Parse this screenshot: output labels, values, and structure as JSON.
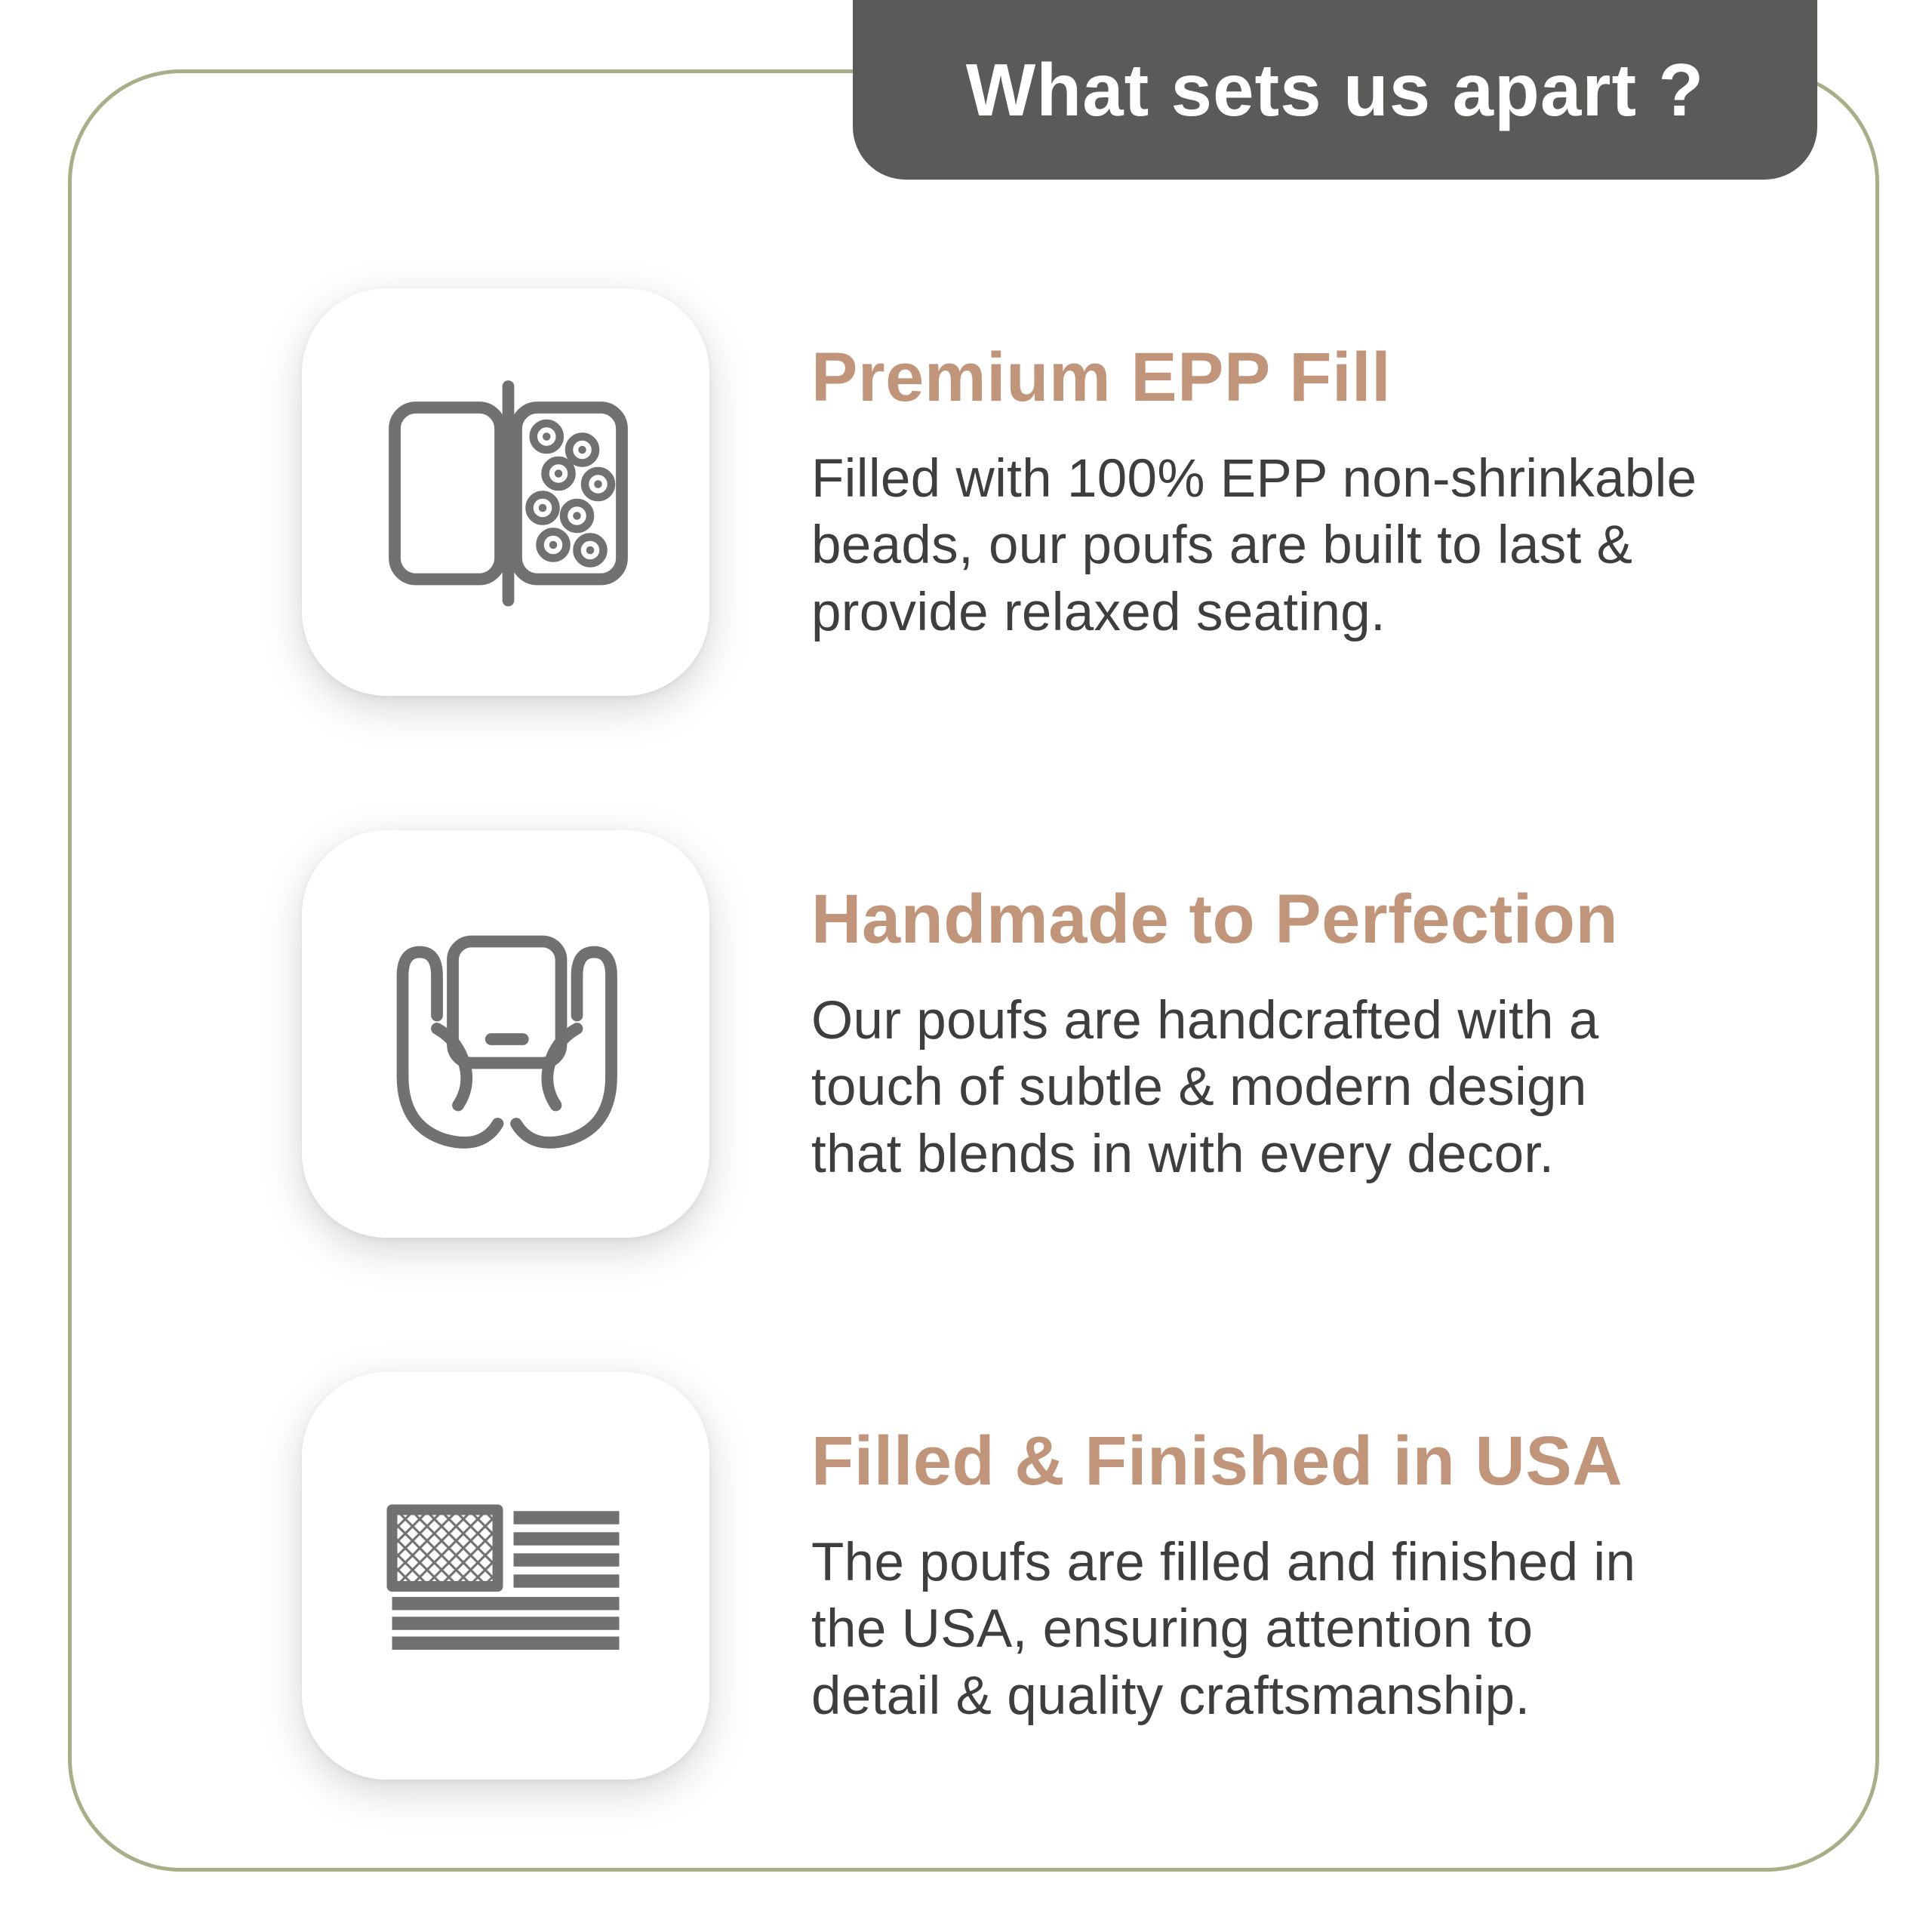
{
  "header": {
    "title": "What sets us apart ?"
  },
  "features": [
    {
      "icon": "pouf-bead-fill-icon",
      "heading": "Premium EPP Fill",
      "body": "Filled with 100% EPP non-shrinkable\nbeads, our poufs are built to last &\nprovide relaxed seating."
    },
    {
      "icon": "hands-holding-pouf-icon",
      "heading": "Handmade to Perfection",
      "body": "Our poufs are handcrafted with a\ntouch of subtle & modern design\nthat blends in with every decor."
    },
    {
      "icon": "usa-flag-icon",
      "heading": "Filled & Finished in USA",
      "body": "The poufs are filled and finished in\nthe USA, ensuring attention to\ndetail & quality craftsmanship."
    }
  ],
  "colors": {
    "header_bg": "#5a5a58",
    "title_text": "#ffffff",
    "heading_accent": "#c19579",
    "body_text": "#3e3e3e",
    "frame_border": "#a9ad88",
    "icon_stroke": "#717171",
    "card_bg": "#ffffff"
  }
}
